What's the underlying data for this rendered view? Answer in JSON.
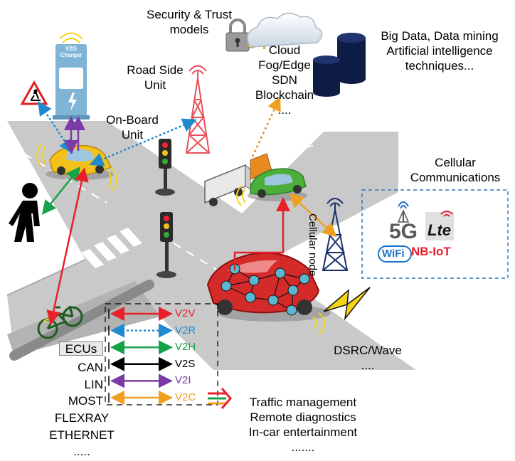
{
  "labels": {
    "security": "Security & Trust models",
    "cloud_lines": [
      "Cloud",
      "Fog/Edge",
      "SDN",
      "Blockchain",
      "...."
    ],
    "bigdata_lines": [
      "Big Data, Data mining",
      "Artificial intelligence",
      "techniques..."
    ],
    "rsu_lines": [
      "Road Side",
      "Unit"
    ],
    "obu_lines": [
      "On-Board",
      "Unit"
    ],
    "charger": "V2G Charger",
    "cellular_title_lines": [
      "Cellular",
      "Communications"
    ],
    "cellular_node": "Cellular node",
    "logos": {
      "g5": "5G",
      "lte": "Lte",
      "wifi": "WiFi",
      "nbiot": "NB-IoT"
    },
    "dsrc_lines": [
      "DSRC/Wave",
      "...."
    ],
    "bus_lines": [
      "ECUs",
      "CAN",
      "LIN",
      "MOST",
      "FLEXRAY",
      "ETHERNET",
      "....."
    ],
    "apps_lines": [
      "Traffic management",
      "Remote diagnostics",
      "In-car entertainment",
      "......."
    ]
  },
  "legend": [
    {
      "label": "V2V",
      "color": "#e8202a",
      "style": "solid"
    },
    {
      "label": "V2R",
      "color": "#1f8ad0",
      "style": "dotted"
    },
    {
      "label": "V2H",
      "color": "#17a34a",
      "style": "solid"
    },
    {
      "label": "V2S",
      "color": "#000000",
      "style": "solid"
    },
    {
      "label": "V2I",
      "color": "#7b3aa5",
      "style": "solid"
    },
    {
      "label": "V2C",
      "color": "#f0a020",
      "style": "solid"
    }
  ],
  "colors": {
    "road": "#c9c9c9",
    "road_dark": "#9a9a9a",
    "tower": "#e8505a",
    "cell_tower": "#1c2f6e",
    "yellow_car": "#f2c21a",
    "green_car": "#4caf3a",
    "red_car": "#d42a2a",
    "node": "#5bb7d0",
    "db": "#0f1c45",
    "cellular_box": "#2f78b5"
  }
}
